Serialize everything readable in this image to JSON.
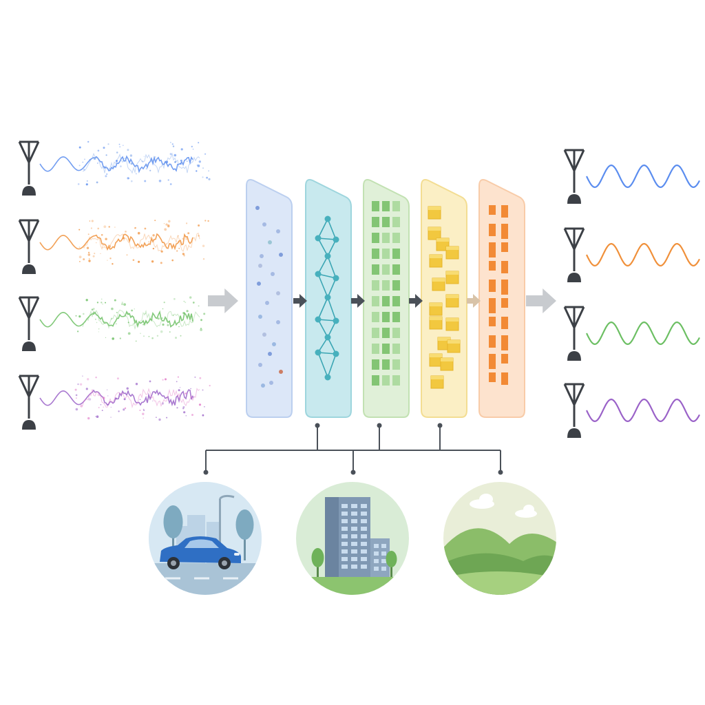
{
  "colors": {
    "background": "#ffffff",
    "antenna": "#3c4046",
    "connector": "#4a5058",
    "arrow_gray": "#c8cbcf",
    "arrow_dark": "#4a5058",
    "arrow_tan": "#d8c3a8",
    "signal_blue": "#5b8def",
    "signal_orange": "#f0903a",
    "signal_green": "#6cbf63",
    "signal_purple": "#9a62c8",
    "signal_pink": "#e27cc8"
  },
  "input_channels": [
    {
      "name": "channel-1",
      "color": "#5b8def",
      "noise_color": "#7fa6e8"
    },
    {
      "name": "channel-2",
      "color": "#f0903a",
      "noise_color": "#f4a968"
    },
    {
      "name": "channel-3",
      "color": "#6cbf63",
      "noise_color": "#8fcf88"
    },
    {
      "name": "channel-4",
      "color": "#9a62c8",
      "noise_color": "#e27cc8"
    }
  ],
  "output_channels": [
    {
      "name": "channel-1",
      "color": "#5b8def"
    },
    {
      "name": "channel-2",
      "color": "#f0903a"
    },
    {
      "name": "channel-3",
      "color": "#6cbf63"
    },
    {
      "name": "channel-4",
      "color": "#9a62c8"
    }
  ],
  "layers": [
    {
      "name": "point-cloud-layer",
      "fill": "#dbe6f8",
      "stroke": "#b8cdef",
      "motif": "dots"
    },
    {
      "name": "graph-network-layer",
      "fill": "#c6e8ee",
      "stroke": "#98d3dc",
      "motif": "graph"
    },
    {
      "name": "grid-feature-layer",
      "fill": "#dff0d6",
      "stroke": "#bfe0ae",
      "motif": "grid"
    },
    {
      "name": "cube-feature-layer",
      "fill": "#fbefc2",
      "stroke": "#f3dc8d",
      "motif": "cubes"
    },
    {
      "name": "bar-feature-layer",
      "fill": "#fde2cc",
      "stroke": "#f8c9a4",
      "motif": "bars"
    }
  ],
  "environments": [
    {
      "name": "urban-street-scene",
      "icon": "car-icon",
      "bg": "#d7e8f3"
    },
    {
      "name": "building-scene",
      "icon": "building-icon",
      "bg": "#d9ecd6"
    },
    {
      "name": "rural-landscape-scene",
      "icon": "hills-icon",
      "bg": "#e9eed8"
    }
  ]
}
